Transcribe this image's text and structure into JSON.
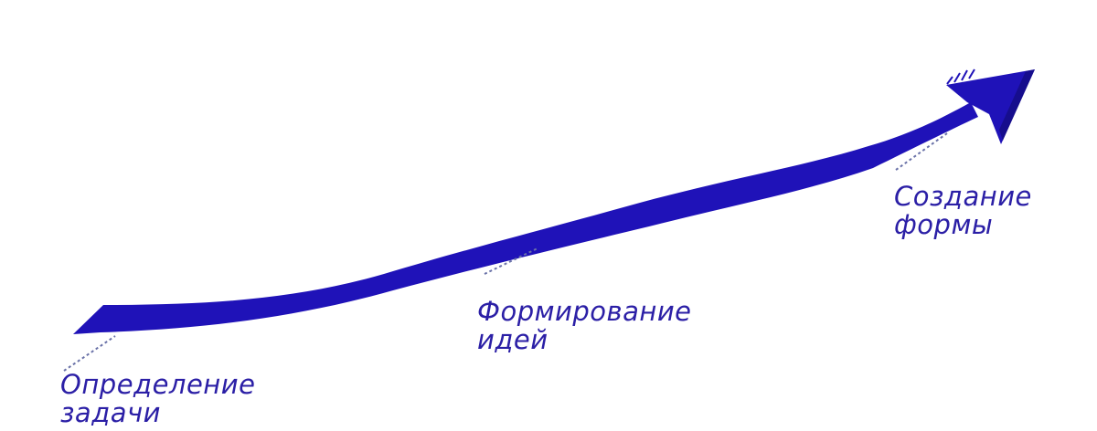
{
  "diagram": {
    "stages": [
      {
        "line1": "Определение",
        "line2": "задачи"
      },
      {
        "line1": "Формирование",
        "line2": "идей"
      },
      {
        "line1": "Создание",
        "line2": "формы"
      }
    ]
  },
  "colors": {
    "arrow": "#1f12b8",
    "arrow_shade": "#130b7a",
    "label_text": "#2b1fa6",
    "tick_marks": "#6a72a8"
  }
}
